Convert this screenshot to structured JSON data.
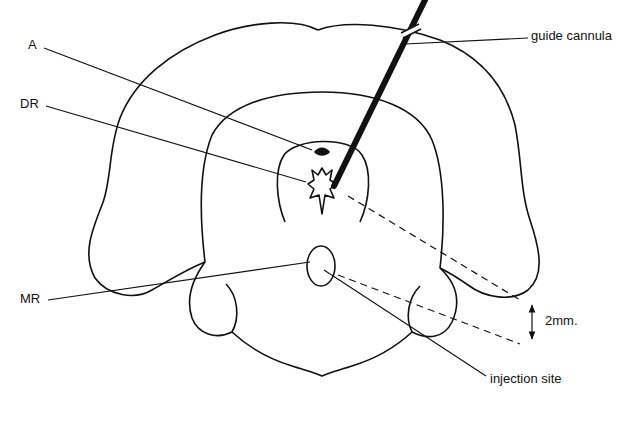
{
  "diagram": {
    "labels": [
      "A",
      "DR",
      "MR",
      "guide cannula",
      "injection site",
      "2mm."
    ]
  }
}
